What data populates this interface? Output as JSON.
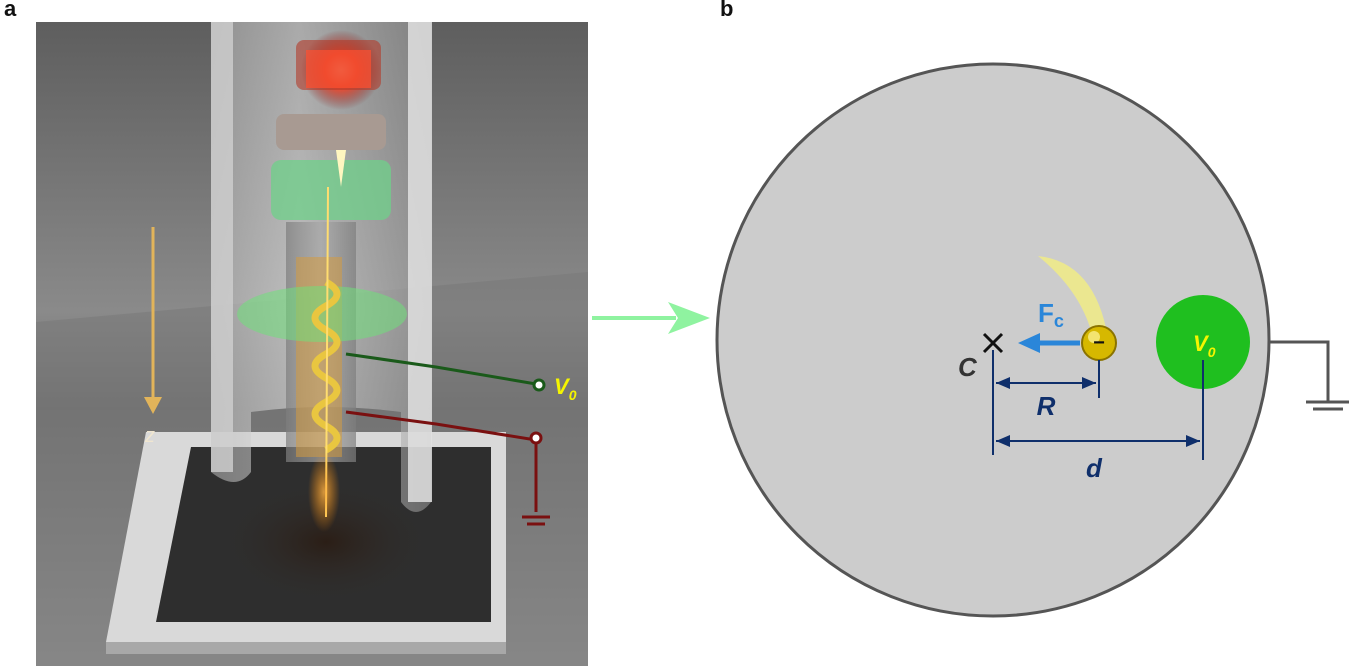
{
  "panels": {
    "a": "a",
    "b": "b"
  },
  "render": {
    "axis_label": "z",
    "voltage_label": "V",
    "voltage_sub": "0"
  },
  "schematic": {
    "center_label": "C",
    "force_label": "F",
    "force_sub": "c",
    "radius_label": "R",
    "distance_label": "d",
    "electrode_label": "V",
    "electrode_sub": "0",
    "charge_sign": "−"
  },
  "colors": {
    "electrode": "#1fbf1f",
    "electrode_label": "#f5f500",
    "force": "#2a86d9",
    "dimension": "#0f2f6b",
    "disk": "#cccccc",
    "disk_outline": "#555555",
    "arrow": "#8ff3a0",
    "ground_red": "#7a1010",
    "wire_green": "#1a5a1a"
  }
}
